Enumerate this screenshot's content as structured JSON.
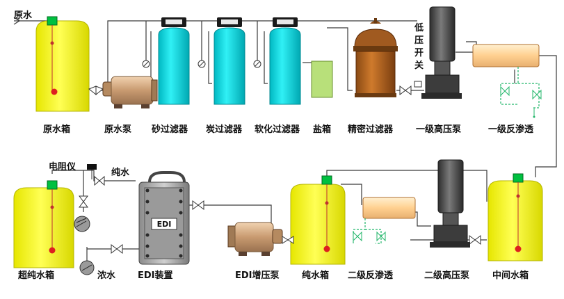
{
  "top_row": {
    "raw_water_inlet": "原水",
    "raw_tank": "原水箱",
    "raw_pump": "原水泵",
    "sand_filter": "砂过滤器",
    "carbon_filter": "炭过滤器",
    "softener": "软化过滤器",
    "salt_box": "盐箱",
    "precision_filter": "精密过滤器",
    "hp_pump_1": "一级高压泵",
    "ro_1": "一级反渗透",
    "low_pressure_switch": "低压开关"
  },
  "bottom_row": {
    "resistivity_meter": "电阻仪",
    "pure_water_out": "纯水",
    "ultra_pure_tank": "超纯水箱",
    "concentrate": "浓水",
    "edi_device": "EDI装置",
    "edi_text": "EDI",
    "edi_booster": "EDI增压泵",
    "pure_tank": "纯水箱",
    "ro_2": "二级反渗透",
    "hp_pump_2": "二级高压泵",
    "middle_tank": "中间水箱"
  },
  "colors": {
    "tank_yellow": "#ffff33",
    "filter_cyan": "#00e0e8",
    "pump_tan": "#d9b08a",
    "precision_brown": "#b5651d",
    "salt_green": "#b8e07a",
    "ro_tube": "#ffd9a0",
    "hp_pump_gray": "#505050",
    "edi_gray": "#b0b0b0",
    "valve_green": "#22b66a"
  }
}
